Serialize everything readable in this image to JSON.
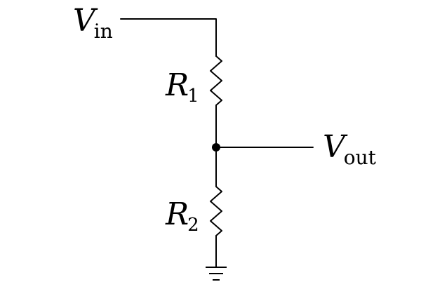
{
  "labels": {
    "vin": {
      "symbol": "V",
      "subscript": "in"
    },
    "vout": {
      "symbol": "V",
      "subscript": "out"
    },
    "r1": {
      "symbol": "R",
      "subscript": "1"
    },
    "r2": {
      "symbol": "R",
      "subscript": "2"
    }
  },
  "components": [
    {
      "id": "r1",
      "type": "resistor"
    },
    {
      "id": "r2",
      "type": "resistor"
    },
    {
      "id": "junction",
      "type": "node"
    },
    {
      "id": "ground",
      "type": "ground"
    }
  ],
  "colors": {
    "line": "#000000",
    "background": "#ffffff"
  }
}
